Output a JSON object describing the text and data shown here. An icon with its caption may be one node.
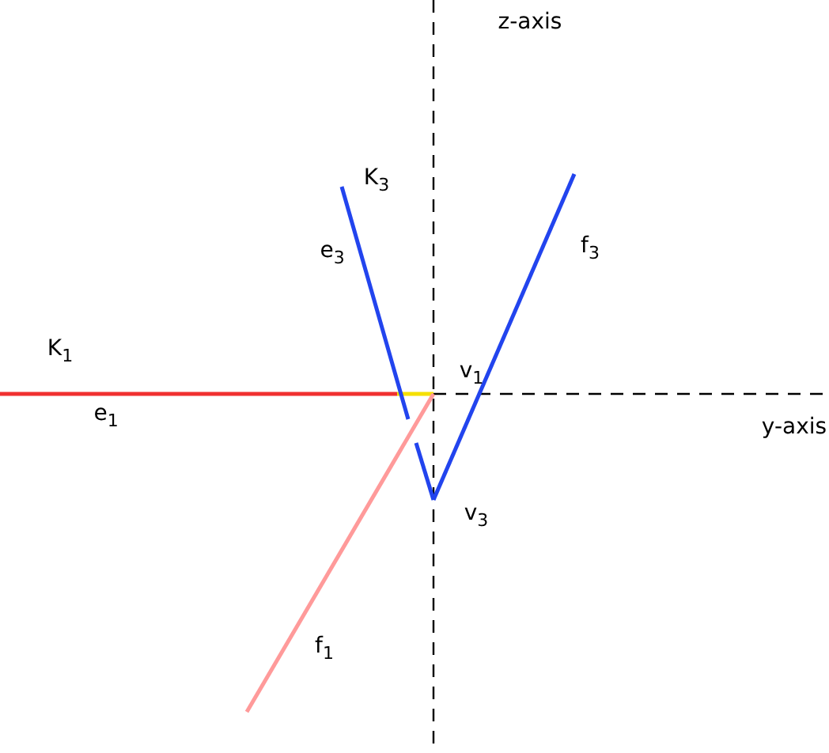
{
  "diagram": {
    "labels": [
      "z-axis",
      "K$_{3}$",
      "e$_{3}$",
      "f$_{3}$",
      "K$_{1}$",
      "v$_{1}$",
      "e$_{1}$",
      "y-axis",
      "v$_{3}$",
      "f$_{1}$"
    ]
  }
}
